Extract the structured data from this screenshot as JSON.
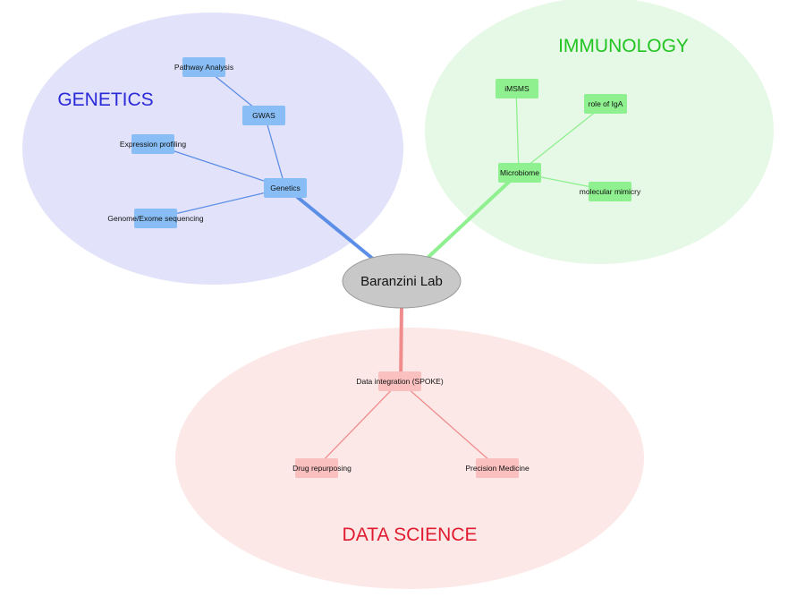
{
  "center": {
    "label": "Baranzini Lab",
    "fill": "#c8c8c8",
    "stroke": "#9a9a9a"
  },
  "clusters": {
    "genetics": {
      "title": "GENETICS",
      "title_color": "#2a2ad8",
      "region_color": "#e2e2fa",
      "node_fill": "#88bef5",
      "node_stroke": "#6aa6e8",
      "edge_color": "#5b8ee6",
      "hub": "Genetics",
      "nodes": {
        "gwas": "GWAS",
        "pathway": "Pathway Analysis",
        "expression": "Expression profiling",
        "genome": "Genome/Exome sequencing"
      }
    },
    "immunology": {
      "title": "IMMUNOLOGY",
      "title_color": "#22c422",
      "region_color": "#e6f8e6",
      "node_fill": "#8ff08f",
      "node_stroke": "#72dc72",
      "edge_color": "#8ef08e",
      "hub": "Microbiome",
      "nodes": {
        "imsms": "iMSMS",
        "iga": "role of IgA",
        "mimicry": "molecular mimicry"
      }
    },
    "data_science": {
      "title": "DATA SCIENCE",
      "title_color": "#e01b2f",
      "region_color": "#fde8e8",
      "node_fill": "#fac0c0",
      "node_stroke": "#f0a5a5",
      "edge_color": "#f08c8c",
      "hub": "Data integration (SPOKE)",
      "nodes": {
        "drug": "Drug repurposing",
        "precision": "Precision Medicine"
      }
    }
  }
}
